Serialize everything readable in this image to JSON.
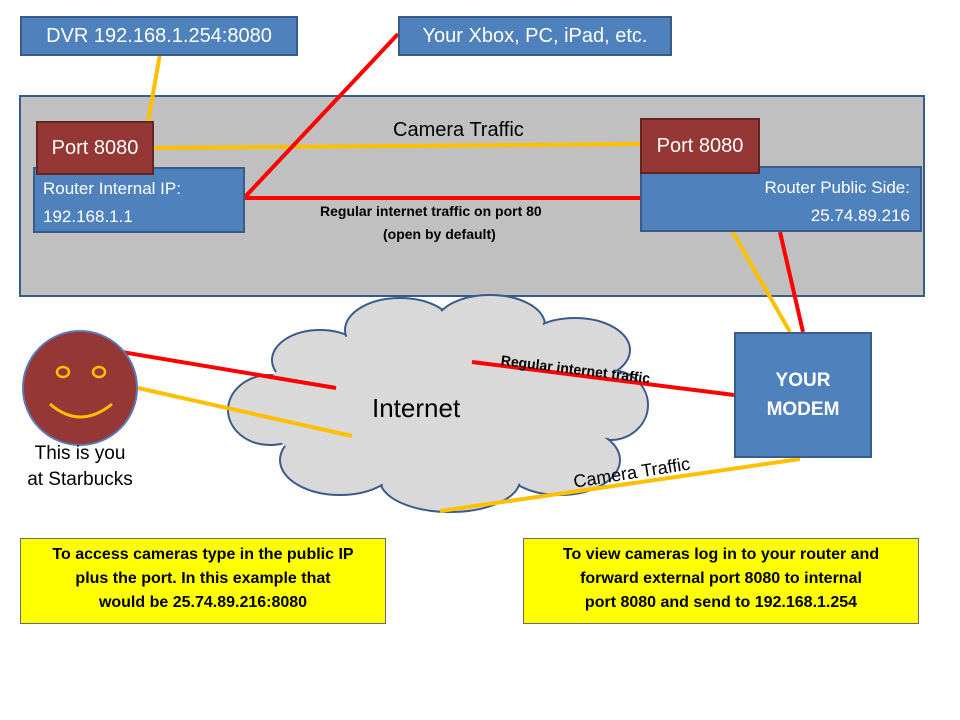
{
  "boxes": {
    "dvr": "DVR 192.168.1.254:8080",
    "devices": "Your Xbox, PC, iPad, etc.",
    "port_left": "Port 8080",
    "port_right": "Port 8080",
    "router_internal_line1": "Router Internal IP:",
    "router_internal_line2": "192.168.1.1",
    "router_public_line1": "Router Public Side:",
    "router_public_line2": "25.74.89.216",
    "modem_line1": "YOUR",
    "modem_line2": "MODEM"
  },
  "labels": {
    "camera_traffic_top": "Camera Traffic",
    "regular_traffic_port80_line1": "Regular internet traffic on port 80",
    "regular_traffic_port80_line2": "(open by default)",
    "internet": "Internet",
    "regular_traffic": "Regular internet traffic",
    "camera_traffic_bottom": "Camera Traffic",
    "you_line1": "This is you",
    "you_line2": "at Starbucks"
  },
  "notes": {
    "left_line1": "To access cameras type in the public IP",
    "left_line2": "plus the port. In this example that",
    "left_line3": "would be 25.74.89.216:8080",
    "right_line1": "To view cameras log in to your router and",
    "right_line2": "forward external port 8080 to internal",
    "right_line3": "port 8080 and send to 192.168.1.254"
  },
  "colors": {
    "box_blue": "#4f81bd",
    "port_red": "#953735",
    "camera_line": "#ffc000",
    "internet_line": "#ff0000",
    "router_panel": "#c0c0c0",
    "note_yellow": "#ffff00"
  }
}
